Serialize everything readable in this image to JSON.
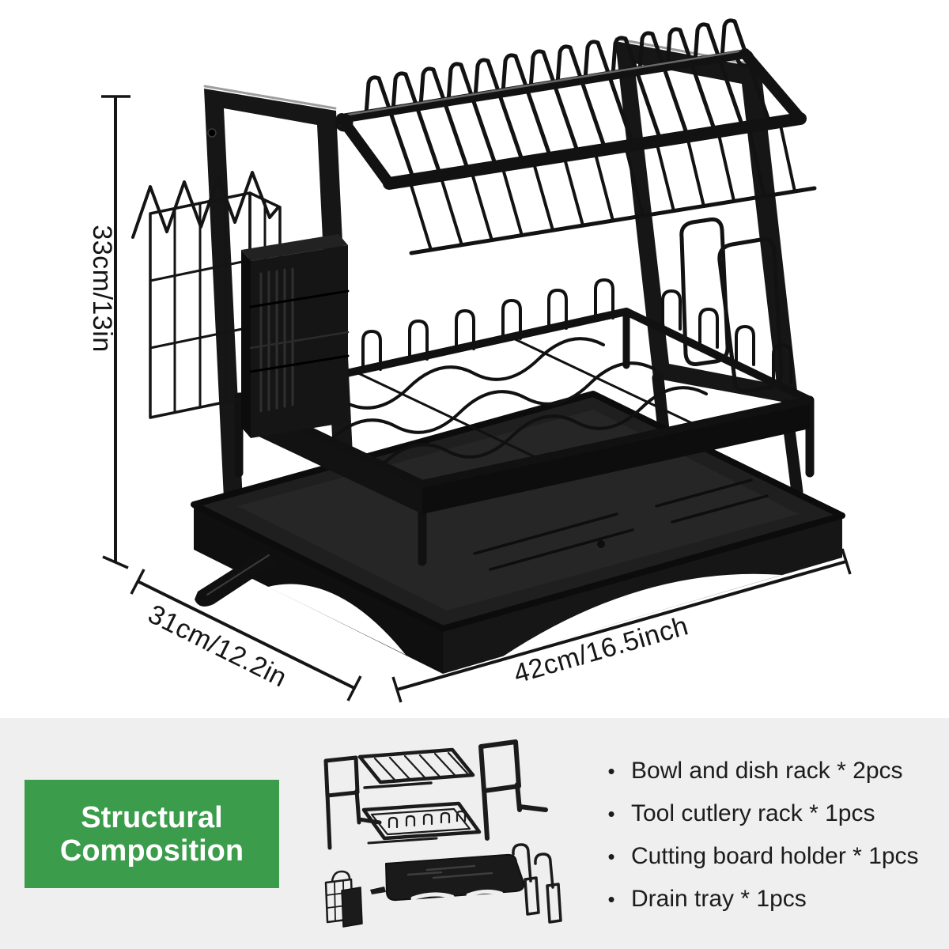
{
  "dimension_annotations": {
    "height": "33cm/13in",
    "depth": "31cm/12.2in",
    "width": "42cm/16.5inch"
  },
  "structural_composition": {
    "heading_line1": "Structural",
    "heading_line2": "Composition",
    "bullet_char": "•",
    "parts": [
      "Bowl and dish rack * 2pcs",
      "Tool cutlery rack * 1pcs",
      "Cutting board holder * 1pcs",
      "Drain tray * 1pcs"
    ]
  },
  "colors": {
    "accent_green": "#3b9c4b",
    "panel_gray": "#efefef",
    "product_black": "#141414",
    "ink": "#1c1c1c"
  }
}
